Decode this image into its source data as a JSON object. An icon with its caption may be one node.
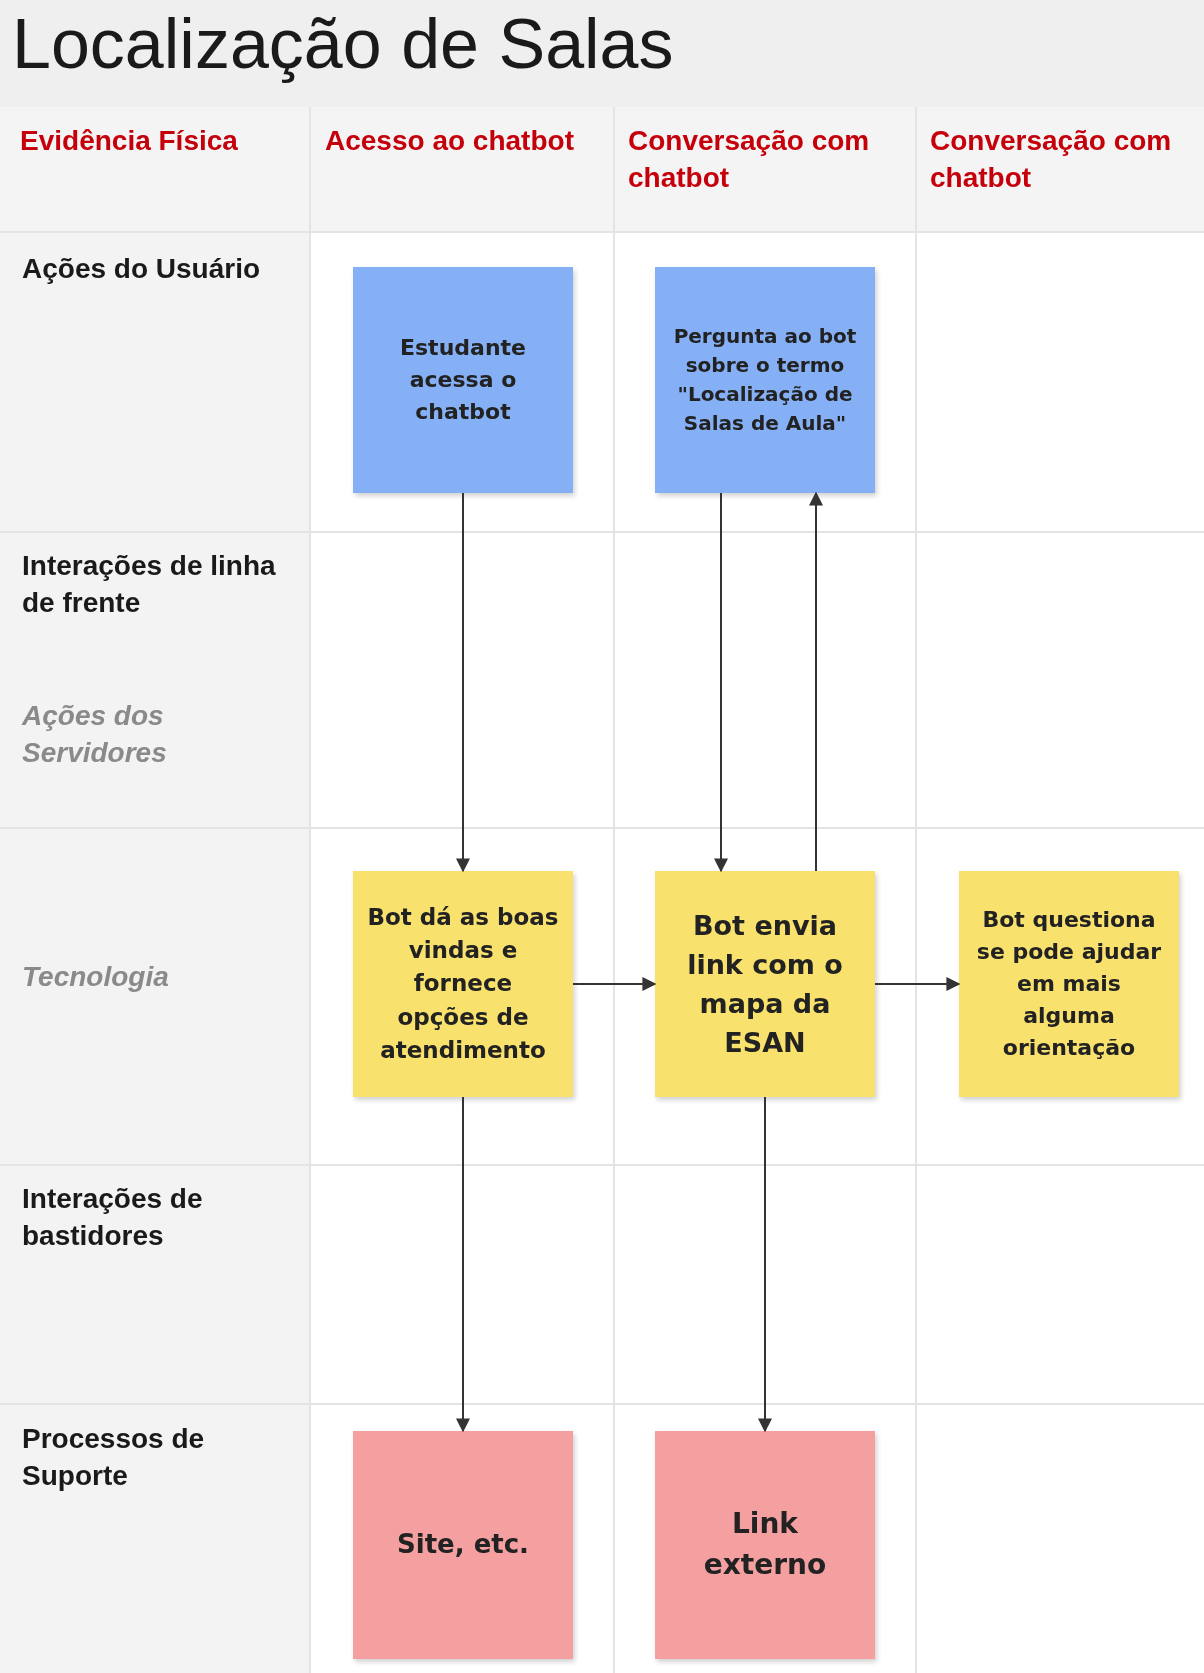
{
  "diagram": {
    "title": "Localização de Salas",
    "nodes": [
      {
        "text": [
          "Estudante acessa o chatbot"
        ]
      },
      {
        "text": [
          "Pergunta ao bot sobre o termo \"Localização de Salas de Aula\""
        ]
      },
      {
        "text": [
          "Bot dá as boas vindas e fornece opções de atendimento"
        ]
      },
      {
        "text": [
          "Bot envia link com o mapa da ESAN"
        ]
      },
      {
        "text": [
          "Bot questiona se pode ajudar em mais alguma orientação"
        ]
      },
      {
        "text": [
          "Site, etc."
        ]
      },
      {
        "text": [
          "Link externo"
        ]
      }
    ],
    "edges": [
      {
        "from": 0,
        "to": 2,
        "arrow": "to"
      },
      {
        "from": 1,
        "to": 3,
        "arrow": "to"
      },
      {
        "from": 3,
        "to": 1,
        "arrow": "to"
      },
      {
        "from": 2,
        "to": 3,
        "arrow": "to"
      },
      {
        "from": 3,
        "to": 4,
        "arrow": "to"
      },
      {
        "from": 2,
        "to": 5,
        "arrow": "to"
      },
      {
        "from": 3,
        "to": 6,
        "arrow": "to"
      }
    ],
    "labels": [
      "Evidência Física",
      "Acesso ao chatbot",
      "Conversação com chatbot",
      "Conversação com chatbot",
      "Ações do Usuário",
      "Interações de linha de frente",
      "Ações dos Servidores",
      "Tecnologia",
      "Interações de bastidores",
      "Processos de Suporte"
    ]
  }
}
